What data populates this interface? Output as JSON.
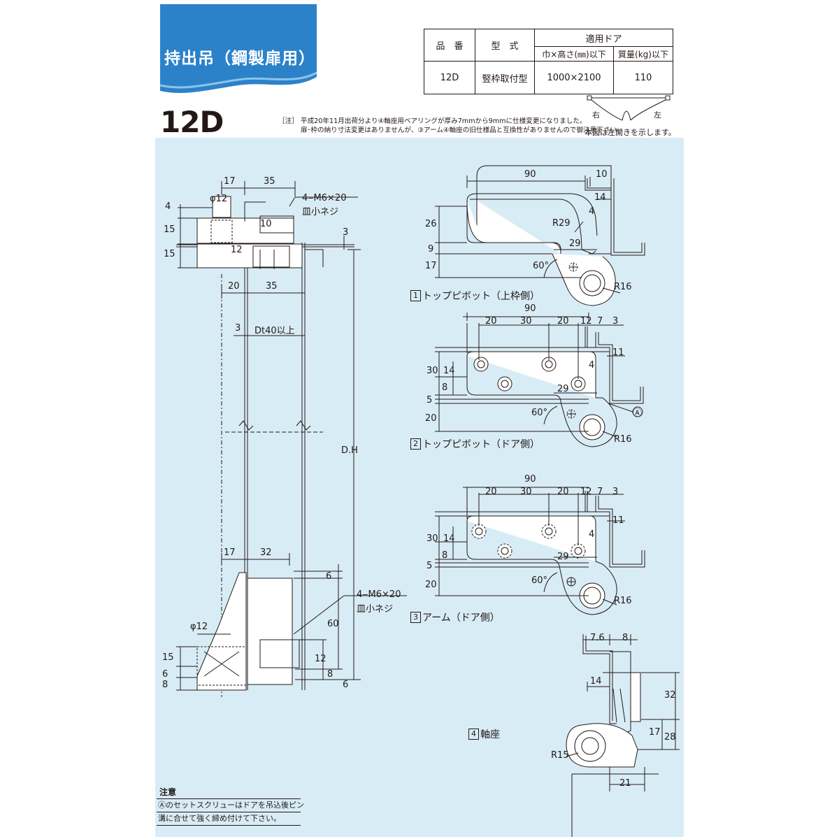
{
  "header": {
    "title": "持出吊（鋼製扉用）",
    "model": "12D",
    "colors": {
      "banner": "#2b82c9",
      "drawing_bg": "#d8ecf6"
    }
  },
  "spec_table": {
    "col_part_no": "品　番",
    "col_type": "型　式",
    "col_door": "適用ドア",
    "col_size": "巾×高さ(㎜)以下",
    "col_weight": "質量(kg)以下",
    "row": {
      "part_no": "12D",
      "type": "竪枠取付型",
      "size": "1000×2100",
      "weight": "110"
    }
  },
  "note": {
    "label": "［注］",
    "line1": "平成20年11月出荷分より④軸座用ベアリングが厚み7mmから9mmに仕様変更になりました。",
    "line2": "扉･枠の納り寸法変更はありませんが、③アーム④軸座の旧仕様品と互換性がありませんので御注意下さい。"
  },
  "door_icon": {
    "right": "右",
    "left": "左",
    "caption": "本図は左開きを示します。"
  },
  "captions": {
    "c1": {
      "num": "1",
      "text": "トップピボット（上枠側）"
    },
    "c2": {
      "num": "2",
      "text": "トップピボット（ドア側）"
    },
    "c3": {
      "num": "3",
      "text": "アーム（ドア側）"
    },
    "c4": {
      "num": "4",
      "text": "軸座"
    }
  },
  "caution": {
    "title": "注意",
    "line1": "Ⓐのセットスクリューはドアを吊込後ピン",
    "line2": "溝に合せて強く締め付けて下さい。"
  },
  "dims": {
    "left": {
      "d17a": "17",
      "d35a": "35",
      "screw_top": "4‒M6×20",
      "screw_top2": "皿小ネジ",
      "phi12a": "φ12",
      "d4": "4",
      "d15a": "15",
      "d15b": "15",
      "d10": "10",
      "d12a": "12",
      "d3a": "3",
      "d20": "20",
      "d35b": "35",
      "d3b": "3",
      "dt40": "Dt40以上",
      "dh": "D.H",
      "d17b": "17",
      "d32": "32",
      "d6a": "6",
      "screw_bot": "4‒M6×20",
      "screw_bot2": "皿小ネジ",
      "d60": "60",
      "phi12b": "φ12",
      "d15c": "15",
      "d12b": "12",
      "d6b": "6",
      "d8a": "8",
      "d8b": "8",
      "d6c": "6"
    },
    "p1": {
      "d90": "90",
      "d10": "10",
      "d14": "14",
      "d4": "4",
      "r29": "R29",
      "d26": "26",
      "d9": "9",
      "d29": "29",
      "d17": "17",
      "a60": "60°",
      "r16": "R16"
    },
    "p2": {
      "d90": "90",
      "d20a": "20",
      "d30": "30",
      "d20b": "20",
      "d12": "12",
      "d7": "7",
      "d3": "3",
      "d11": "11",
      "d30v": "30",
      "d14": "14",
      "d4": "4",
      "d8": "8",
      "d29": "29",
      "d5": "5",
      "d20v": "20",
      "a60": "60°",
      "mark_a": "Ⓐ",
      "r16": "R16"
    },
    "p3": {
      "d90": "90",
      "d20a": "20",
      "d30": "30",
      "d20b": "20",
      "d12": "12",
      "d7": "7",
      "d3": "3",
      "d11": "11",
      "d30v": "30",
      "d14": "14",
      "d4": "4",
      "d8": "8",
      "d29": "29",
      "d5": "5",
      "d20v": "20",
      "a60": "60°",
      "r16": "R16"
    },
    "p4": {
      "d76": "7.6",
      "d8": "8",
      "d14": "14",
      "d32": "32",
      "d17": "17",
      "d28": "28",
      "r15": "R15",
      "d21": "21"
    }
  }
}
